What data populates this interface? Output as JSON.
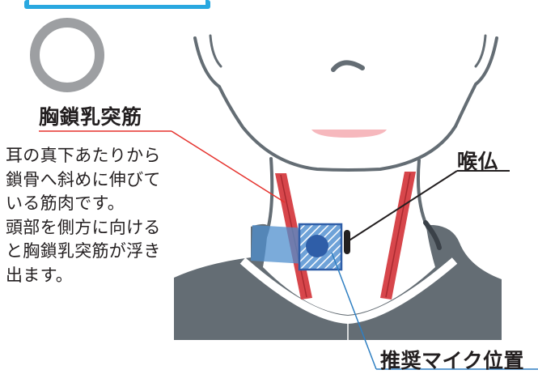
{
  "colors": {
    "accent_blue": "#29a8e0",
    "circle_gray": "#9d9fa2",
    "outline_gray": "#646d74",
    "muscle_red": "#d7464b",
    "leader_red": "#e5322d",
    "mouth_pink": "#f6b8bd",
    "mic_blue": "#4f8fce",
    "mic_dark": "#2f5ea8",
    "text": "#231f20"
  },
  "mark": {
    "symbol": "circle",
    "meaning": "good"
  },
  "labels": {
    "muscle": "胸鎖乳突筋",
    "throat": "喉仏",
    "mic_position": "推奨マイク位置"
  },
  "description_lines": [
    "耳の真下あたりから",
    "鎖骨へ斜めに伸びて",
    "いる筋肉です。",
    "頭部を側方に向ける",
    "と胸鎖乳突筋が浮き",
    "出ます。"
  ],
  "icons": [
    "circle-mark-icon",
    "microphone-icon",
    "neck-illustration"
  ]
}
